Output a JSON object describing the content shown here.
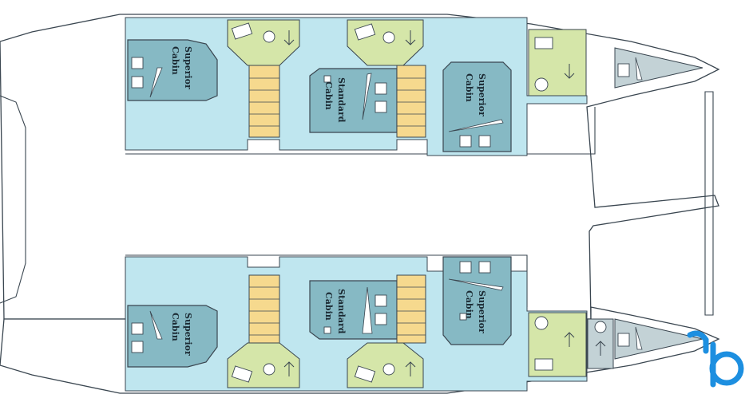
{
  "cabins": {
    "upper_superior_1": {
      "line1": "Superior",
      "line2": "Cabin"
    },
    "upper_standard": {
      "line1": "Standard",
      "line2": "Cabin"
    },
    "upper_superior_2": {
      "line1": "Superior",
      "line2": "Cabin"
    },
    "lower_superior_1": {
      "line1": "Superior",
      "line2": "Cabin"
    },
    "lower_standard": {
      "line1": "Standard",
      "line2": "Cabin"
    },
    "lower_superior_2": {
      "line1": "Superior",
      "line2": "Cabin"
    }
  },
  "colors": {
    "cabin": "#86b9c4",
    "living": "#bfe6ef",
    "head": "#d5e6a9",
    "stairs": "#f6d98e",
    "bow_locker": "#c3d2d6",
    "logo": "#1d8fe0"
  },
  "icons": {
    "logo": "brand-b-logo",
    "head_arrow_down": "arrow-down-icon",
    "head_arrow_up": "arrow-up-icon"
  }
}
